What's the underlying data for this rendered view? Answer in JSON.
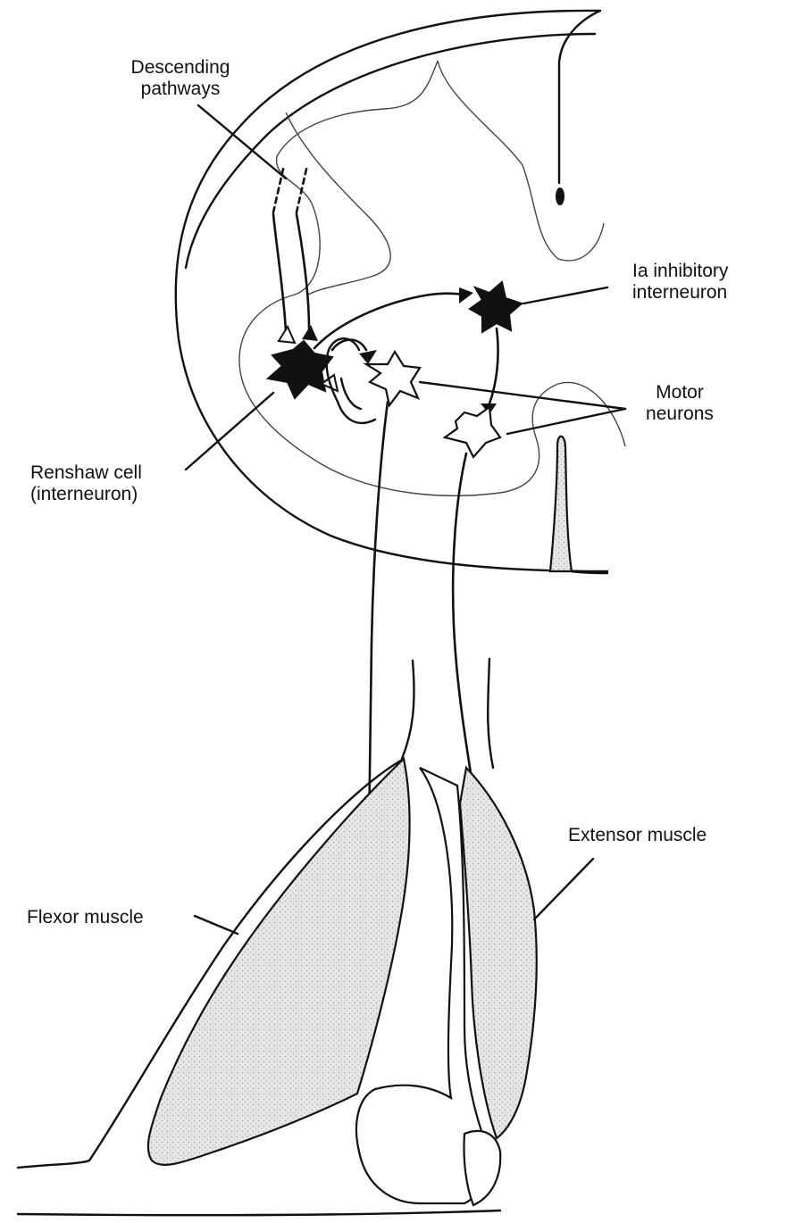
{
  "labels": {
    "descending_line1": "Descending",
    "descending_line2": "pathways",
    "ia_line1": "Ia inhibitory",
    "ia_line2": "interneuron",
    "motor_line1": "Motor",
    "motor_line2": "neurons",
    "renshaw_line1": "Renshaw cell",
    "renshaw_line2": "(interneuron)",
    "extensor": "Extensor muscle",
    "flexor": "Flexor muscle"
  },
  "colors": {
    "ink": "#111111",
    "muscle_fill": "#e3e3e3",
    "gray_matter_outline": "#555555",
    "background": "#ffffff"
  }
}
